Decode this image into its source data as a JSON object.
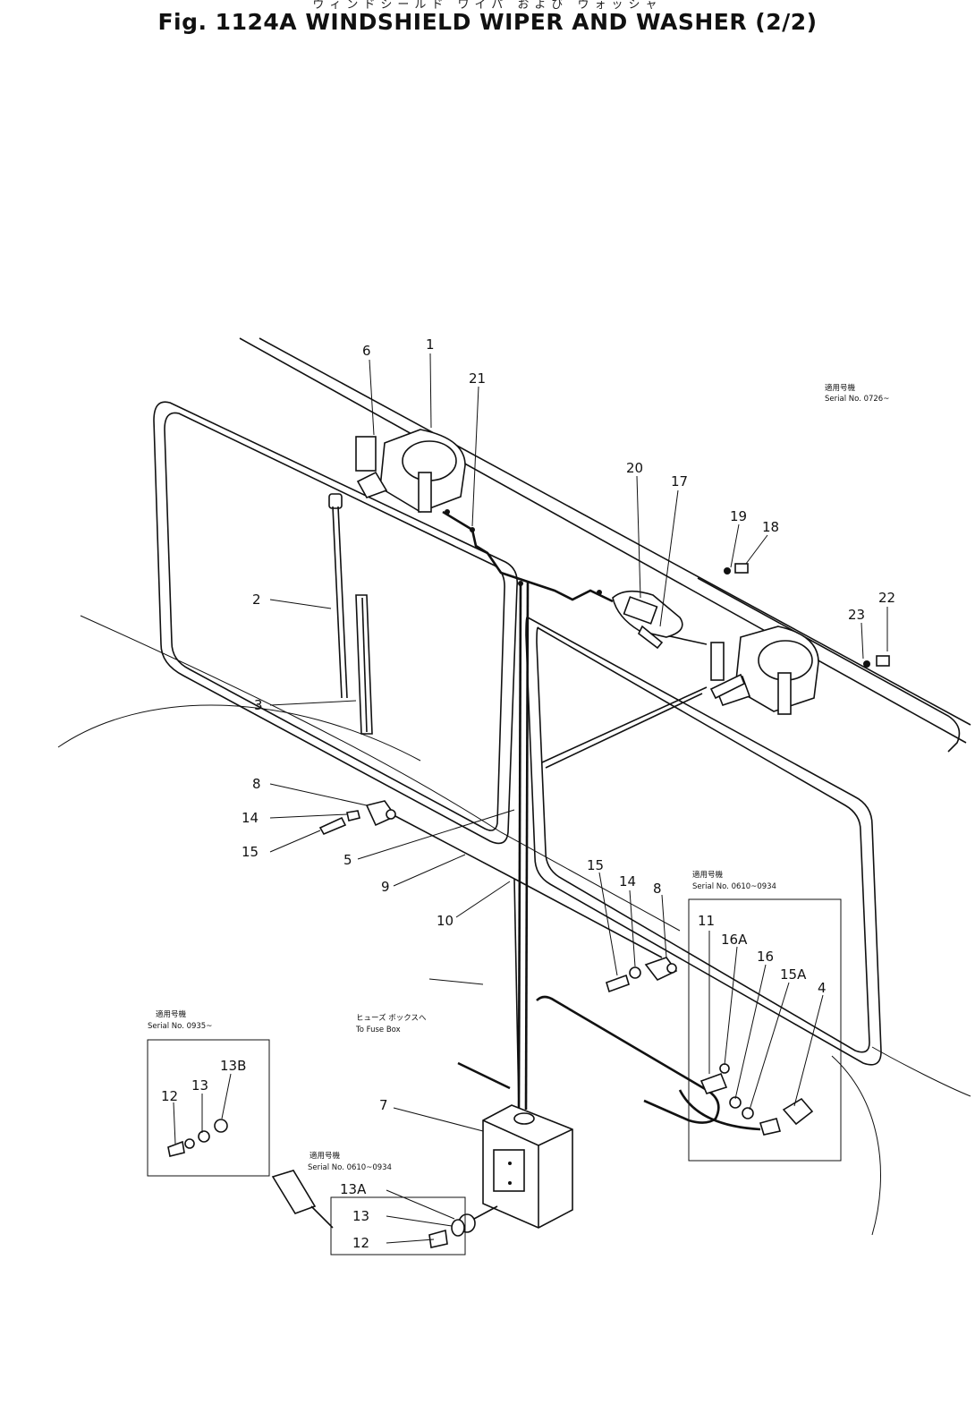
{
  "figure": {
    "title_jp": "ウィンドシールド ワイパ および ウォッシャ",
    "title": "Fig. 1124A WINDSHIELD WIPER AND WASHER (2/2)"
  },
  "callouts": [
    {
      "id": "c-6-top",
      "text": "6"
    },
    {
      "id": "c-1",
      "text": "1"
    },
    {
      "id": "c-21",
      "text": "21"
    },
    {
      "id": "c-20",
      "text": "20"
    },
    {
      "id": "c-17",
      "text": "17"
    },
    {
      "id": "c-19",
      "text": "19"
    },
    {
      "id": "c-18",
      "text": "18"
    },
    {
      "id": "c-22",
      "text": "22"
    },
    {
      "id": "c-23",
      "text": "23"
    },
    {
      "id": "c-2",
      "text": "2"
    },
    {
      "id": "c-3",
      "text": "3"
    },
    {
      "id": "c-8-left",
      "text": "8"
    },
    {
      "id": "c-14-left",
      "text": "14"
    },
    {
      "id": "c-15-left",
      "text": "15"
    },
    {
      "id": "c-5",
      "text": "5"
    },
    {
      "id": "c-9",
      "text": "9"
    },
    {
      "id": "c-10",
      "text": "10"
    },
    {
      "id": "c-15-right",
      "text": "15"
    },
    {
      "id": "c-14-right",
      "text": "14"
    },
    {
      "id": "c-8-right",
      "text": "8"
    },
    {
      "id": "c-11",
      "text": "11"
    },
    {
      "id": "c-16a",
      "text": "16A"
    },
    {
      "id": "c-16",
      "text": "16"
    },
    {
      "id": "c-15a",
      "text": "15A"
    },
    {
      "id": "c-4",
      "text": "4"
    },
    {
      "id": "c-7",
      "text": "7"
    },
    {
      "id": "c-12-box",
      "text": "12"
    },
    {
      "id": "c-13-box",
      "text": "13"
    },
    {
      "id": "c-13b",
      "text": "13B"
    },
    {
      "id": "c-13a",
      "text": "13A"
    },
    {
      "id": "c-13-low",
      "text": "13"
    },
    {
      "id": "c-12-low",
      "text": "12"
    }
  ],
  "notes": {
    "serial_top_right_jp": "適用号機",
    "serial_top_right": "Serial No. 0726~",
    "serial_right_box_jp": "適用号機",
    "serial_right_box": "Serial No. 0610~0934",
    "serial_left_box_jp": "適用号機",
    "serial_left_box": "Serial No. 0935~",
    "serial_low_box_jp": "適用号機",
    "serial_low_box": "Serial No. 0610~0934",
    "fuse_box_jp": "ヒューズ ボックスへ",
    "fuse_box": "To Fuse Box"
  }
}
